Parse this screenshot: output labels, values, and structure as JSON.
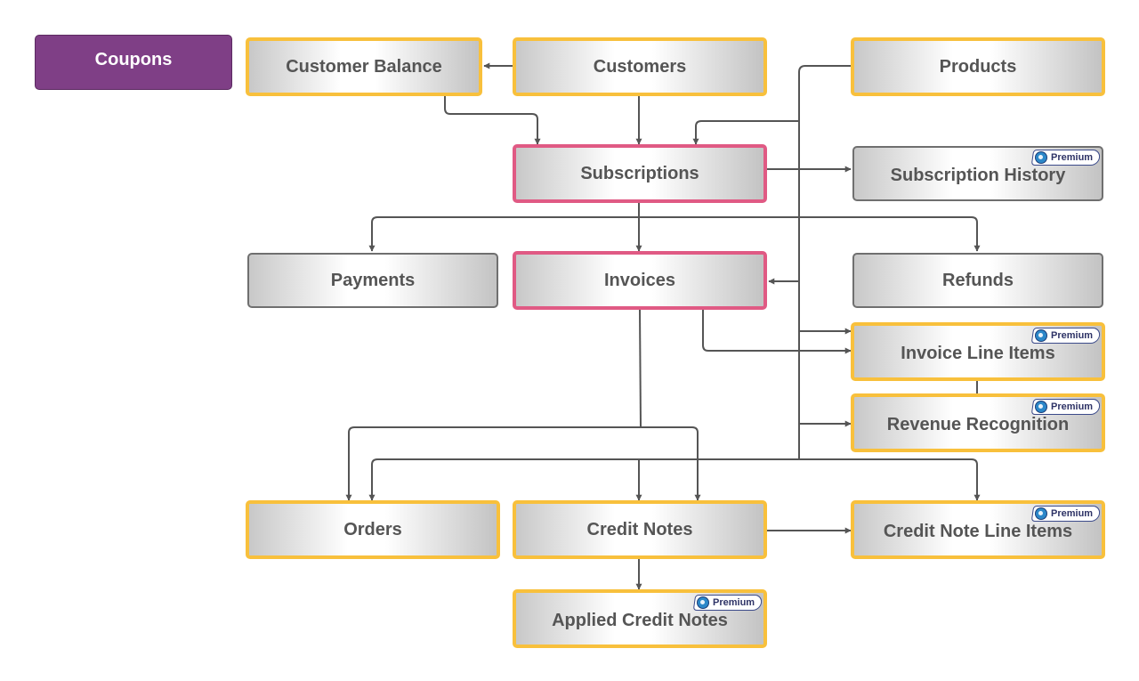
{
  "colors": {
    "yellow_border": "#f8c03c",
    "pink_border": "#e05a84",
    "gray_border": "#6f6f6f",
    "purple_fill": "#7f3f86",
    "text": "#555555",
    "edge": "#555555"
  },
  "nodes": {
    "coupons": {
      "label": "Coupons"
    },
    "customer_balance": {
      "label": "Customer Balance"
    },
    "customers": {
      "label": "Customers"
    },
    "products": {
      "label": "Products"
    },
    "subscriptions": {
      "label": "Subscriptions"
    },
    "subscription_history": {
      "label": "Subscription History",
      "badge": "Premium",
      "badge_icon": "premium-icon"
    },
    "payments": {
      "label": "Payments"
    },
    "invoices": {
      "label": "Invoices"
    },
    "refunds": {
      "label": "Refunds"
    },
    "invoice_line_items": {
      "label": "Invoice Line Items",
      "badge": "Premium",
      "badge_icon": "premium-icon"
    },
    "revenue_recognition": {
      "label": "Revenue Recognition",
      "badge": "Premium",
      "badge_icon": "premium-icon"
    },
    "orders": {
      "label": "Orders"
    },
    "credit_notes": {
      "label": "Credit Notes"
    },
    "credit_note_line_items": {
      "label": "Credit Note Line Items",
      "badge": "Premium",
      "badge_icon": "premium-icon"
    },
    "applied_credit_notes": {
      "label": "Applied Credit Notes",
      "badge": "Premium",
      "badge_icon": "premium-icon"
    }
  }
}
